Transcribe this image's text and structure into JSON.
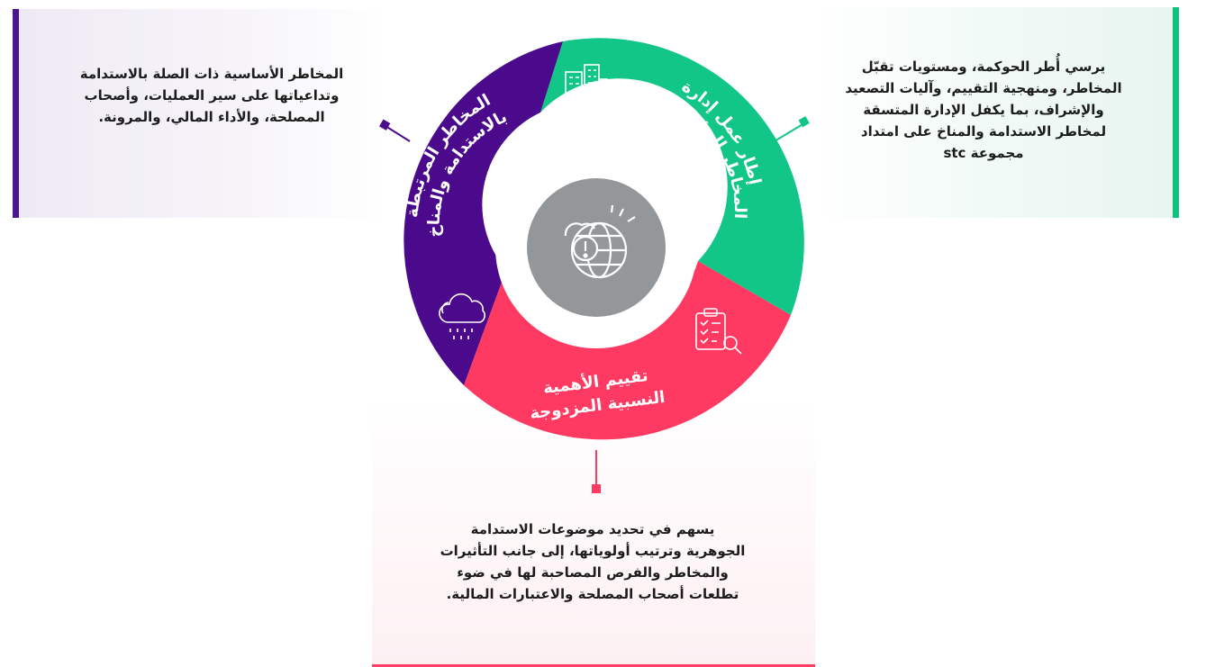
{
  "segments": {
    "governance": {
      "line1": "إطار عمل إدارة",
      "line2": "المخاطر المؤسسية",
      "color": "#11c687",
      "icon": "office-building-people-icon"
    },
    "materiality": {
      "line1": "تقييم الأهمية",
      "line2": "النسبية المزدوجة",
      "color": "#fe3a63",
      "icon": "clipboard-checklist-search-icon"
    },
    "climate": {
      "line1": "المخاطر المرتبطة",
      "line2": "بالاستدامة والمناخ",
      "color": "#4a0a8b",
      "icon": "cloud-rain-icon"
    }
  },
  "center": {
    "icon": "globe-risk-warning-icon",
    "color": "#949799"
  },
  "descriptions": {
    "right": "يرسي أُطر الحوكمة، ومستويات تقبّل المخاطر، ومنهجية التقييم، وآليات التصعيد والإشراف، بما يكفل الإدارة المتسقة لمخاطر الاستدامة والمناخ على امتداد مجموعة stc",
    "left": "المخاطر الأساسية ذات الصلة بالاستدامة وتداعياتها على سير العمليات، وأصحاب المصلحة، والأداء المالي، والمرونة.",
    "bottom": "يسهم في تحديد موضوعات الاستدامة الجوهرية وترتيب أولوياتها، إلى جانب التأثيرات والمخاطر والفرص المصاحبة لها في ضوء تطلعات أصحاب المصلحة والاعتبارات المالية."
  }
}
